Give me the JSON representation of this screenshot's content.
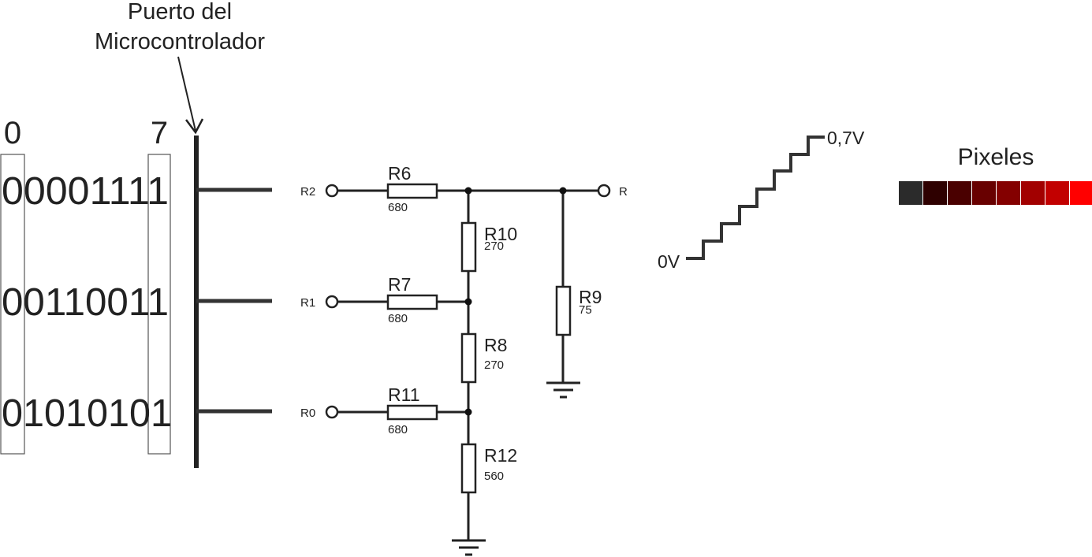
{
  "port": {
    "label_line1": "Puerto del",
    "label_line2": "Microcontrolador"
  },
  "bits": {
    "msb_index": "0",
    "lsb_index": "7",
    "rows": [
      "00001111",
      "00110011",
      "01010101"
    ]
  },
  "inputs": {
    "r2": "R2",
    "r1": "R1",
    "r0": "R0",
    "output": "R"
  },
  "resistors": [
    {
      "name": "R6",
      "value": "680"
    },
    {
      "name": "R10",
      "value": "270"
    },
    {
      "name": "R7",
      "value": "680"
    },
    {
      "name": "R8",
      "value": "270"
    },
    {
      "name": "R11",
      "value": "680"
    },
    {
      "name": "R12",
      "value": "560"
    },
    {
      "name": "R9",
      "value": "75"
    }
  ],
  "staircase": {
    "low_label": "0V",
    "high_label": "0,7V"
  },
  "pixels": {
    "title": "Pixeles",
    "colors": [
      "#2b2b2b",
      "#2e0000",
      "#4a0000",
      "#680000",
      "#840000",
      "#a20000",
      "#c20000",
      "#ff0000"
    ]
  }
}
